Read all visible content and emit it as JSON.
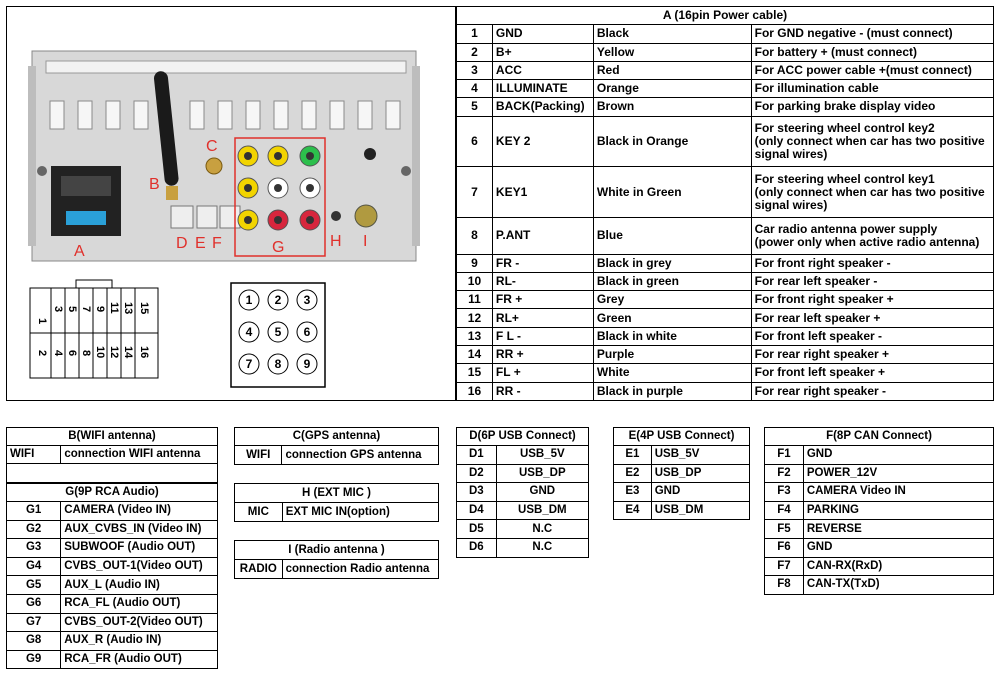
{
  "colors": {
    "accent_red": "#e0302b",
    "panel": "#d8d8d8",
    "border": "#000000"
  },
  "diagram": {
    "labels": [
      "A",
      "B",
      "C",
      "D",
      "E",
      "F",
      "G",
      "H",
      "I"
    ],
    "harness_top": [
      "1",
      "3",
      "5",
      "7",
      "9",
      "11",
      "13",
      "15"
    ],
    "harness_bottom": [
      "2",
      "4",
      "6",
      "8",
      "10",
      "12",
      "14",
      "16"
    ],
    "rca_grid": [
      "1",
      "2",
      "3",
      "4",
      "5",
      "6",
      "7",
      "8",
      "9"
    ]
  },
  "tableA": {
    "title": "A (16pin Power cable)",
    "rows": [
      {
        "n": "1",
        "name": "GND",
        "color": "Black",
        "desc": [
          "For GND negative - (must connect)"
        ]
      },
      {
        "n": "2",
        "name": "B+",
        "color": "Yellow",
        "desc": [
          "For battery + (must connect)"
        ]
      },
      {
        "n": "3",
        "name": "ACC",
        "color": "Red",
        "desc": [
          "For ACC power cable +(must connect)"
        ]
      },
      {
        "n": "4",
        "name": "ILLUMINATE",
        "color": "Orange",
        "desc": [
          "For illumination cable"
        ]
      },
      {
        "n": "5",
        "name": "BACK(Packing)",
        "color": "Brown",
        "desc": [
          "For parking brake display video"
        ]
      },
      {
        "n": "6",
        "name": "KEY 2",
        "color": "Black in Orange",
        "desc": [
          "For steering wheel control key2",
          "(only connect when car has two positive",
          "signal wires)"
        ]
      },
      {
        "n": "7",
        "name": "KEY1",
        "color": "White in Green",
        "desc": [
          "For steering wheel control key1",
          "(only connect when car has two positive",
          "signal wires)"
        ]
      },
      {
        "n": "8",
        "name": "P.ANT",
        "color": "Blue",
        "desc": [
          "Car radio antenna power supply",
          "(power only when active radio antenna)"
        ]
      },
      {
        "n": "9",
        "name": "FR -",
        "color": "Black in grey",
        "desc": [
          "For front right speaker -"
        ]
      },
      {
        "n": "10",
        "name": "RL-",
        "color": "Black in green",
        "desc": [
          "For rear left speaker -"
        ]
      },
      {
        "n": "11",
        "name": "FR +",
        "color": "Grey",
        "desc": [
          "For front right speaker +"
        ]
      },
      {
        "n": "12",
        "name": "RL+",
        "color": "Green",
        "desc": [
          "For rear left speaker +"
        ]
      },
      {
        "n": "13",
        "name": "F L -",
        "color": "Black in white",
        "desc": [
          "For front left speaker -"
        ]
      },
      {
        "n": "14",
        "name": "RR +",
        "color": "Purple",
        "desc": [
          "For rear right speaker +"
        ]
      },
      {
        "n": "15",
        "name": "FL +",
        "color": "White",
        "desc": [
          "For front left speaker +"
        ]
      },
      {
        "n": "16",
        "name": "RR -",
        "color": "Black in purple",
        "desc": [
          "For rear right speaker -"
        ]
      }
    ]
  },
  "tableB": {
    "title": "B(WIFI antenna)",
    "rows": [
      {
        "k": "WIFI",
        "v": "connection WIFI antenna"
      }
    ]
  },
  "tableG": {
    "title": "G(9P RCA Audio)",
    "rows": [
      {
        "k": "G1",
        "v": "CAMERA  (Video IN)"
      },
      {
        "k": "G2",
        "v": "AUX_CVBS_IN (Video IN)"
      },
      {
        "k": "G3",
        "v": "SUBWOOF (Audio OUT)"
      },
      {
        "k": "G4",
        "v": "CVBS_OUT-1(Video OUT)"
      },
      {
        "k": "G5",
        "v": "AUX_L (Audio IN)"
      },
      {
        "k": "G6",
        "v": "RCA_FL (Audio OUT)"
      },
      {
        "k": "G7",
        "v": "CVBS_OUT-2(Video OUT)"
      },
      {
        "k": "G8",
        "v": "AUX_R (Audio IN)"
      },
      {
        "k": "G9",
        "v": "RCA_FR (Audio OUT)"
      }
    ]
  },
  "tableC": {
    "title": "C(GPS antenna)",
    "rows": [
      {
        "k": "WIFI",
        "v": "connection GPS antenna"
      }
    ]
  },
  "tableH": {
    "title": "H (EXT MIC )",
    "rows": [
      {
        "k": "MIC",
        "v": "EXT MIC IN(option)"
      }
    ]
  },
  "tableI": {
    "title": "I (Radio antenna )",
    "rows": [
      {
        "k": "RADIO",
        "v": "connection Radio antenna"
      }
    ]
  },
  "tableD": {
    "title": "D(6P USB Connect)",
    "rows": [
      {
        "k": "D1",
        "v": "USB_5V"
      },
      {
        "k": "D2",
        "v": "USB_DP"
      },
      {
        "k": "D3",
        "v": "GND"
      },
      {
        "k": "D4",
        "v": "USB_DM"
      },
      {
        "k": "D5",
        "v": "N.C"
      },
      {
        "k": "D6",
        "v": "N.C"
      }
    ]
  },
  "tableE": {
    "title": "E(4P USB Connect)",
    "rows": [
      {
        "k": "E1",
        "v": "USB_5V"
      },
      {
        "k": "E2",
        "v": "USB_DP"
      },
      {
        "k": "E3",
        "v": "GND"
      },
      {
        "k": "E4",
        "v": "USB_DM"
      }
    ]
  },
  "tableF": {
    "title": "F(8P CAN Connect)",
    "rows": [
      {
        "k": "F1",
        "v": "GND"
      },
      {
        "k": "F2",
        "v": "POWER_12V"
      },
      {
        "k": "F3",
        "v": "CAMERA Video IN"
      },
      {
        "k": "F4",
        "v": "PARKING"
      },
      {
        "k": "F5",
        "v": "REVERSE"
      },
      {
        "k": "F6",
        "v": "GND"
      },
      {
        "k": "F7",
        "v": "CAN-RX(RxD)"
      },
      {
        "k": "F8",
        "v": "CAN-TX(TxD)"
      }
    ]
  }
}
